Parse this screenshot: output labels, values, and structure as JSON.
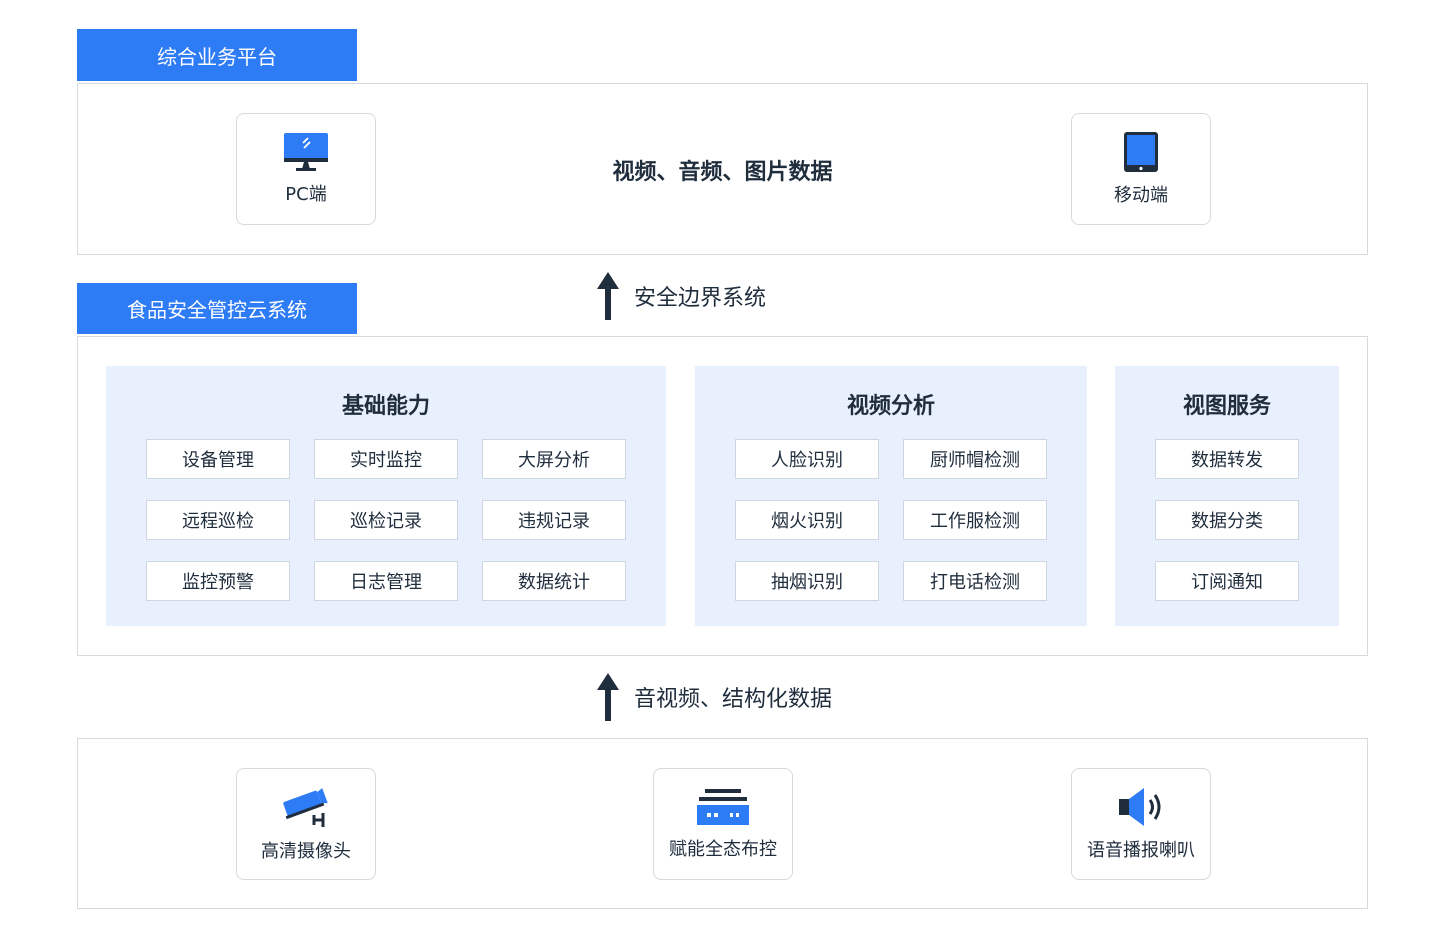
{
  "top": {
    "tab_label": "综合业务平台",
    "center_text": "视频、音频、图片数据",
    "devices": [
      {
        "label": "PC端",
        "icon": "monitor-icon"
      },
      {
        "label": "移动端",
        "icon": "tablet-icon"
      }
    ]
  },
  "flows": [
    {
      "label": "安全边界系统"
    },
    {
      "label": "音视频、结构化数据"
    }
  ],
  "middle": {
    "tab_label": "食品安全管控云系统",
    "groups": [
      {
        "title": "基础能力",
        "items": [
          "设备管理",
          "实时监控",
          "大屏分析",
          "远程巡检",
          "巡检记录",
          "违规记录",
          "监控预警",
          "日志管理",
          "数据统计"
        ]
      },
      {
        "title": "视频分析",
        "items": [
          "人脸识别",
          "厨师帽检测",
          "烟火识别",
          "工作服检测",
          "抽烟识别",
          "打电话检测"
        ]
      },
      {
        "title": "视图服务",
        "items": [
          "数据转发",
          "数据分类",
          "订阅通知"
        ]
      }
    ]
  },
  "bottom": {
    "devices": [
      {
        "label": "高清摄像头",
        "icon": "camera-icon"
      },
      {
        "label": "赋能全态布控",
        "icon": "edge-box-icon"
      },
      {
        "label": "语音播报喇叭",
        "icon": "speaker-icon"
      }
    ]
  },
  "colors": {
    "accent": "#2e7bf6",
    "group_bg": "#e9f0fd",
    "arrow": "#1f2d3d"
  }
}
